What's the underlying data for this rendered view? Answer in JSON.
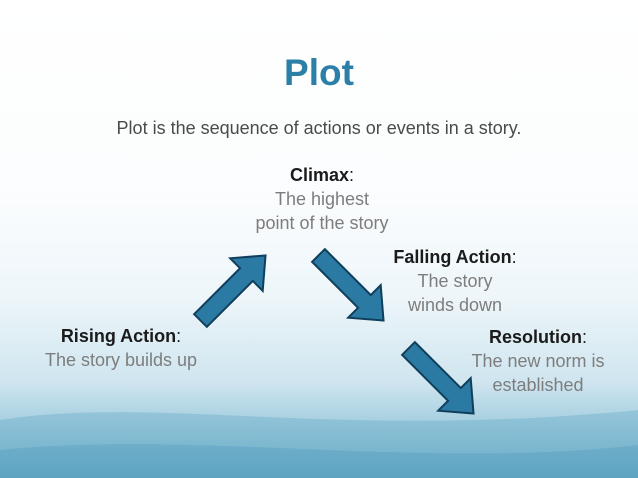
{
  "slide": {
    "title": "Plot",
    "subtitle": "Plot is the sequence of actions or events in a story.",
    "stages": {
      "climax": {
        "heading": "Climax",
        "colon": ":",
        "desc": [
          "The highest",
          "point of the story"
        ]
      },
      "falling": {
        "heading": "Falling Action",
        "colon": ":",
        "desc": [
          "The story",
          "winds down"
        ]
      },
      "rising": {
        "heading": "Rising Action",
        "colon": ":",
        "desc": [
          "The story builds up"
        ]
      },
      "resolution": {
        "heading": "Resolution",
        "colon": ":",
        "desc": [
          "The new norm is",
          "established"
        ]
      }
    }
  },
  "colors": {
    "title": "#2c7fa6",
    "arrow_fill": "#2b7aa3",
    "arrow_stroke": "#0f3f5c",
    "heading_text": "#1b1b1b",
    "desc_text": "#7d7d7d"
  }
}
